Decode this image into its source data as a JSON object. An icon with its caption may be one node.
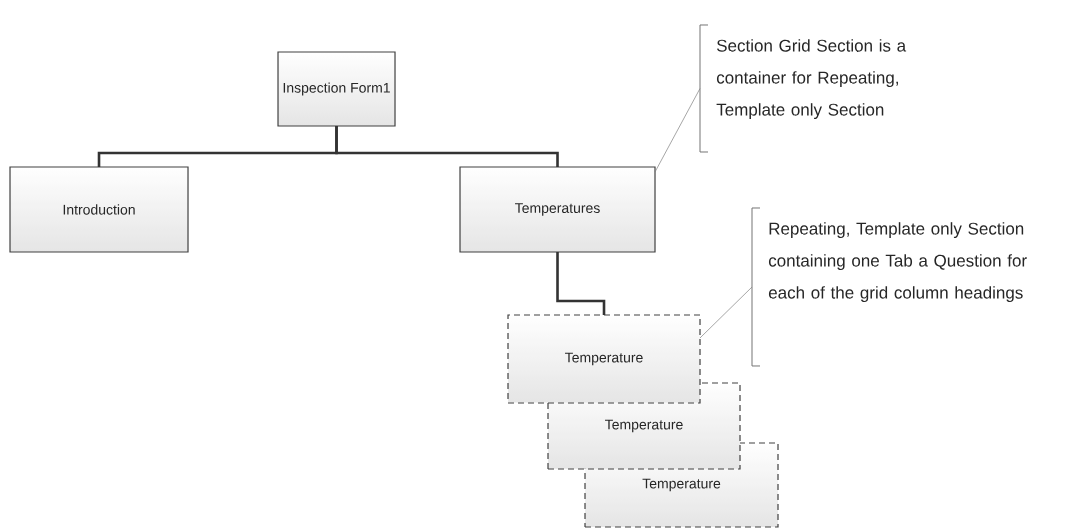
{
  "diagram": {
    "nodes": [
      {
        "text": [
          "Inspection Form1"
        ]
      },
      {
        "text": [
          "Introduction"
        ]
      },
      {
        "text": [
          "Temperatures"
        ]
      },
      {
        "text": [
          "Temperature"
        ]
      },
      {
        "text": [
          "Temperature"
        ]
      },
      {
        "text": [
          "Temperature"
        ]
      },
      {
        "text": [
          "Section Grid Section is a container for Repeating, Template only Section"
        ]
      },
      {
        "text": [
          "Repeating, Template only Section containing one Tab a Question for each of the grid column headings"
        ]
      }
    ],
    "edges": [
      {
        "from": 0,
        "to": 1,
        "arrow": "none"
      },
      {
        "from": 0,
        "to": 2,
        "arrow": "none"
      },
      {
        "from": 2,
        "to": 3,
        "arrow": "none"
      },
      {
        "from": 6,
        "to": 2,
        "arrow": "none",
        "color": "#808080"
      },
      {
        "from": 7,
        "to": 3,
        "arrow": "none",
        "color": "#808080"
      }
    ]
  }
}
